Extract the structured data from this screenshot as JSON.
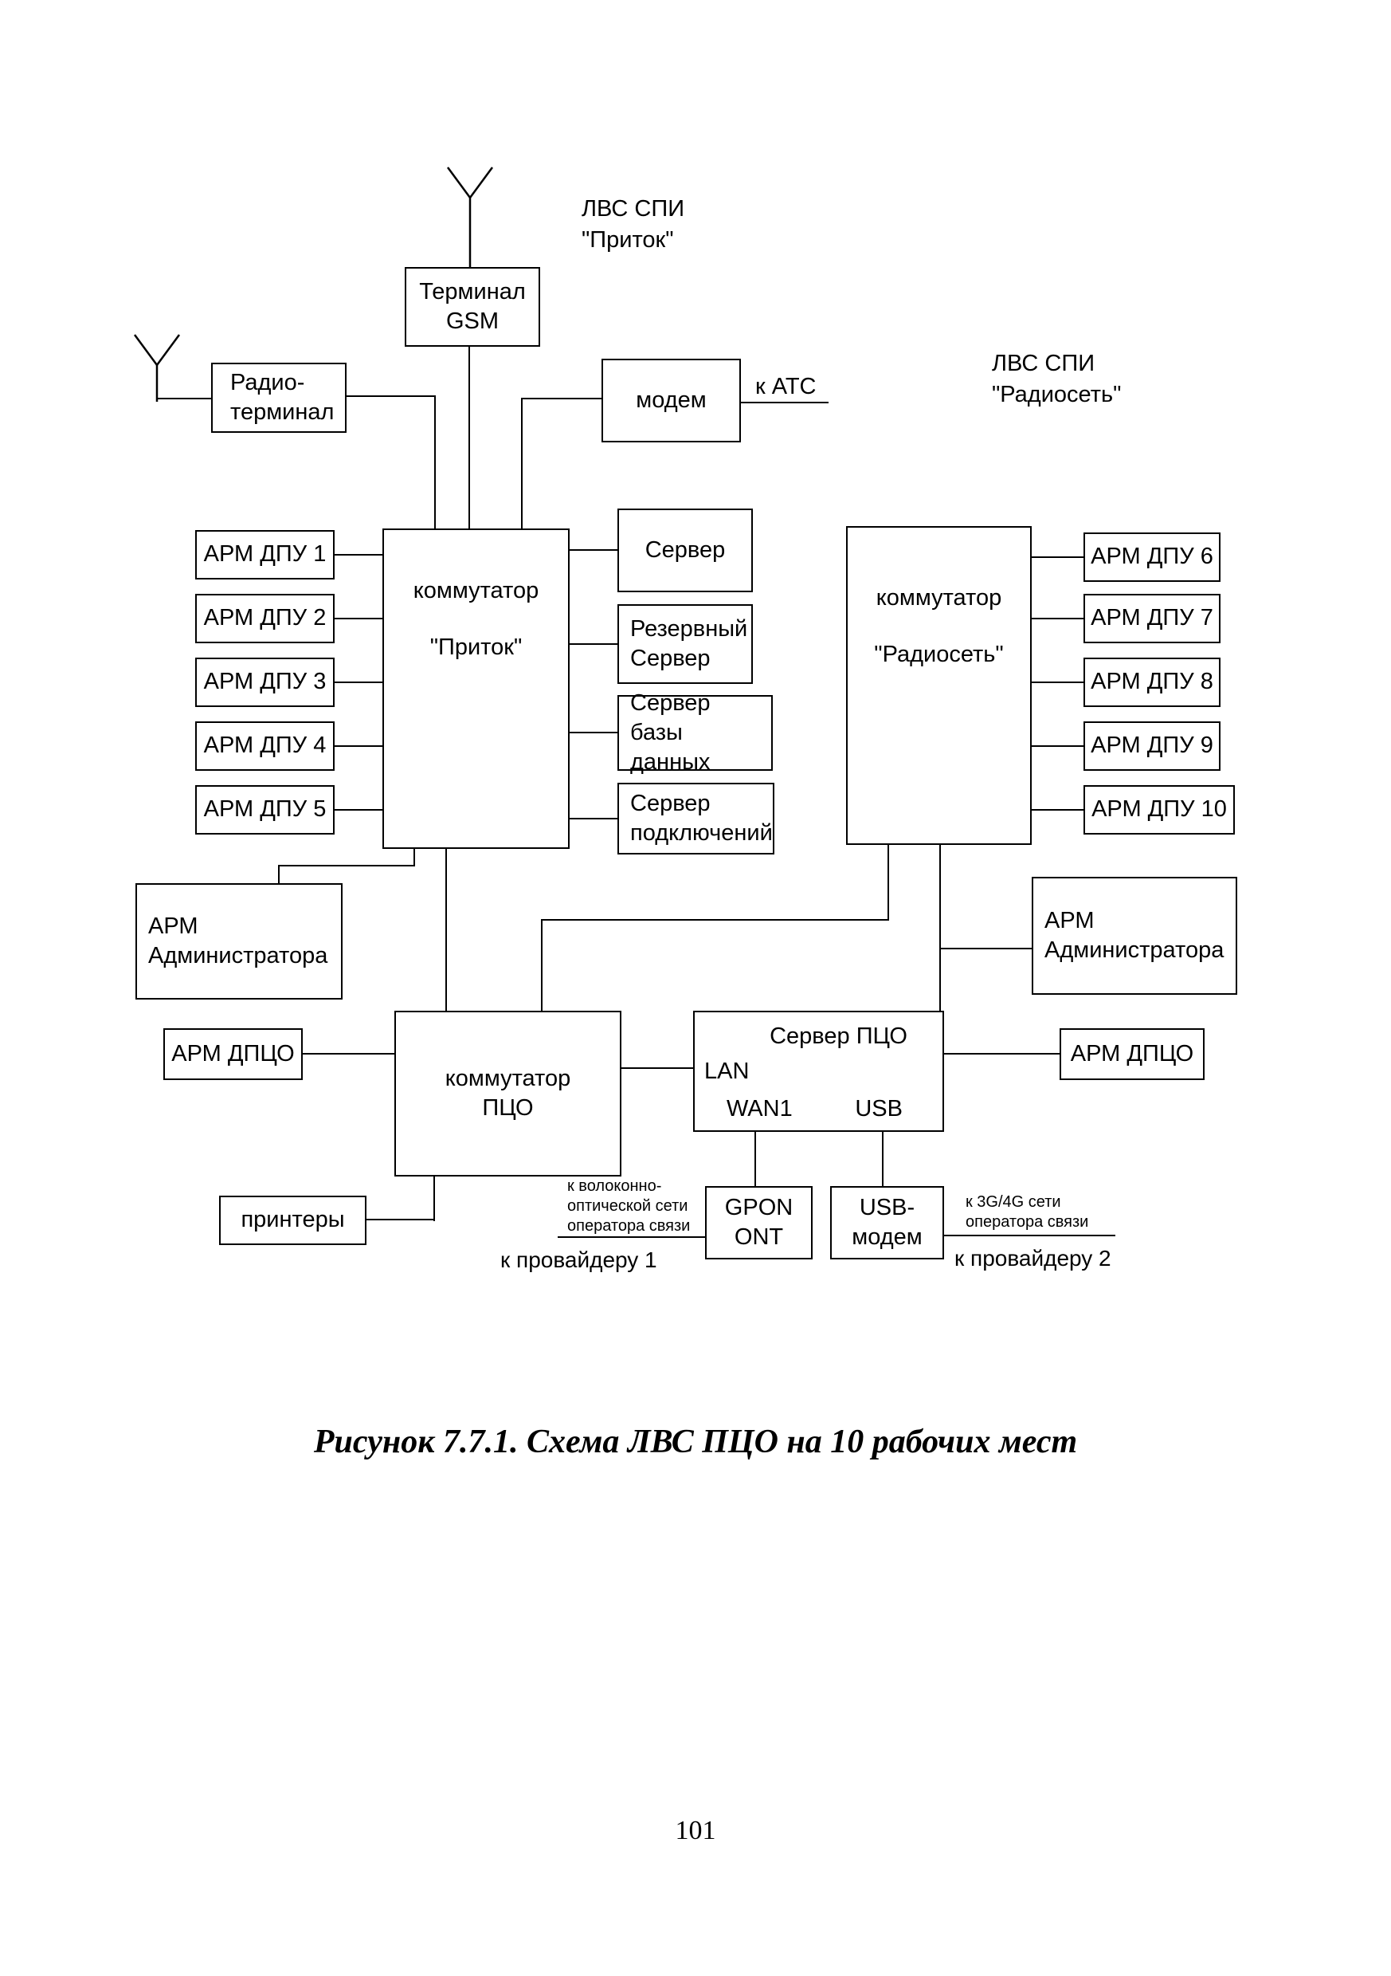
{
  "diagram": {
    "labels": {
      "lvs_pritok_1": "ЛВС СПИ",
      "lvs_pritok_2": "\"Приток\"",
      "lvs_radioset_1": "ЛВС СПИ",
      "lvs_radioset_2": "\"Радиосеть\"",
      "k_ats": "к АТС",
      "fiber_1": "к волоконно-",
      "fiber_2": "оптической сети",
      "fiber_3": "оператора связи",
      "provider1": "к провайдеру 1",
      "g34_1": "к 3G/4G  сети",
      "g34_2": "оператора связи",
      "provider2": "к провайдеру 2"
    },
    "nodes": {
      "terminal_gsm_1": "Терминал",
      "terminal_gsm_2": "GSM",
      "radio_terminal_1": "Радио-",
      "radio_terminal_2": "терминал",
      "modem": "модем",
      "server": "Сервер",
      "reserve_server_1": "Резервный",
      "reserve_server_2": "Сервер",
      "db_server_1": "Сервер",
      "db_server_2": "базы данных",
      "conn_server_1": "Сервер",
      "conn_server_2": "подключений",
      "switch_pritok_1": "коммутатор",
      "switch_pritok_2": "\"Приток\"",
      "switch_radioset_1": "коммутатор",
      "switch_radioset_2": "\"Радиосеть\"",
      "switch_pco_1": "коммутатор",
      "switch_pco_2": "ПЦО",
      "server_pco_title": "Сервер ПЦО",
      "server_pco_lan": "LAN",
      "server_pco_wan1": "WAN1",
      "server_pco_usb": "USB",
      "admin_1": "АРМ",
      "admin_2": "Администратора",
      "arm_dpco": "АРМ ДПЦО",
      "printers": "принтеры",
      "gpon_1": "GPON",
      "gpon_2": "ONT",
      "usb_modem_1": "USB-",
      "usb_modem_2": "модем",
      "arm_dpu": [
        "АРМ ДПУ 1",
        "АРМ ДПУ 2",
        "АРМ ДПУ 3",
        "АРМ ДПУ 4",
        "АРМ ДПУ 5",
        "АРМ ДПУ 6",
        "АРМ ДПУ 7",
        "АРМ ДПУ 8",
        "АРМ ДПУ 9",
        "АРМ ДПУ 10"
      ]
    },
    "caption": "Рисунок 7.7.1. Схема ЛВС ПЦО на 10 рабочих мест",
    "page_number": "101"
  }
}
